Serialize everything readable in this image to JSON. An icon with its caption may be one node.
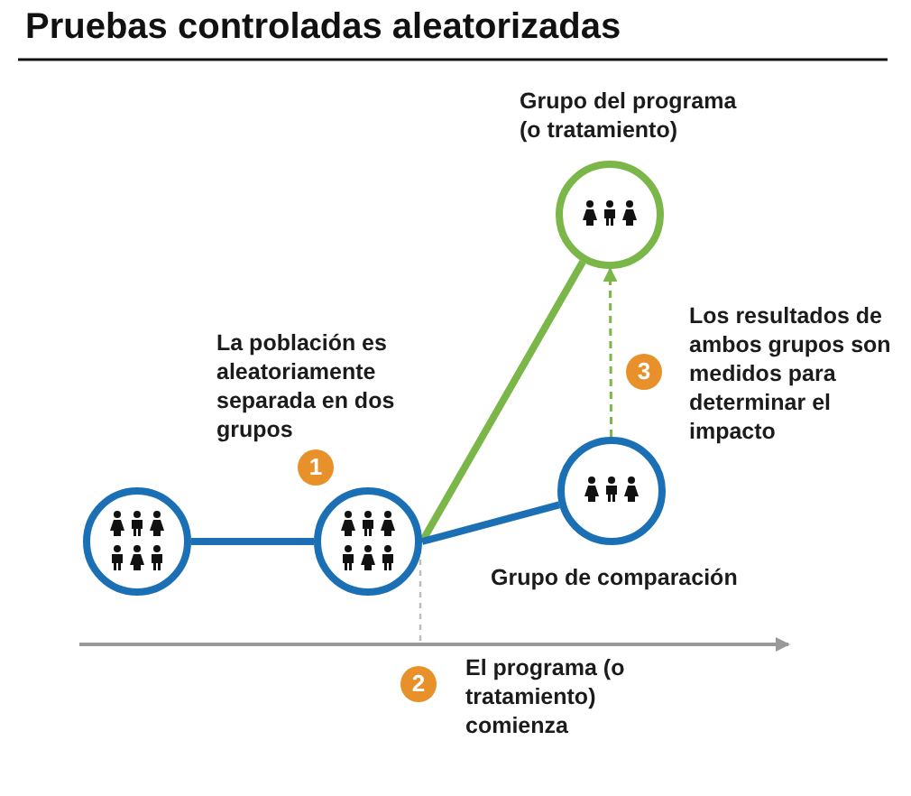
{
  "diagram": {
    "title": "Pruebas controladas aleatorizadas",
    "nodes": [
      {
        "text": [],
        "shape": "circle"
      },
      {
        "text": [],
        "shape": "circle"
      },
      {
        "text": [
          "Grupo del programa (o tratamiento)"
        ]
      },
      {
        "text": [
          "Grupo de comparación"
        ]
      }
    ],
    "edges": [
      {
        "from": 0,
        "to": 1,
        "arrow": "none"
      },
      {
        "from": 1,
        "to": 2,
        "arrow": "none",
        "color": "#7ab648"
      },
      {
        "from": 1,
        "to": 3,
        "arrow": "none"
      },
      {
        "from": 3,
        "to": 2,
        "arrow": "to",
        "style": "dashed",
        "color": "#7ab648"
      }
    ],
    "labels": [
      "Los resultados de ambos grupos son medidos para determinar el impacto",
      "La población es aleatoriamente separada en dos grupos",
      "3",
      "1",
      "2",
      "El programa (o tratamiento) comienza"
    ]
  }
}
